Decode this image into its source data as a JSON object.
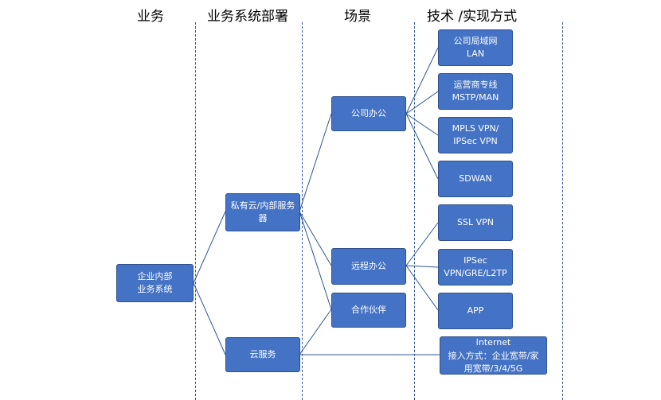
{
  "headers": {
    "business": "业务",
    "deployment": "业务系统部署",
    "scenario": "场景",
    "technology": "技术 /实现方式"
  },
  "nodes": {
    "enterprise": {
      "line1": "企业内部",
      "line2": "业务系统"
    },
    "private_cloud": {
      "line1": "私有云/内部服务",
      "line2": "器"
    },
    "cloud_service": {
      "line1": "云服务"
    },
    "office": {
      "line1": "公司办公"
    },
    "remote_office": {
      "line1": "远程办公"
    },
    "partner": {
      "line1": "合作伙伴"
    },
    "lan": {
      "line1": "公司局域网",
      "line2": "LAN"
    },
    "carrier": {
      "line1": "运营商专线",
      "line2": "MSTP/MAN"
    },
    "mpls": {
      "line1": "MPLS VPN/",
      "line2": "IPSec VPN"
    },
    "sdwan": {
      "line1": "SDWAN"
    },
    "ssl": {
      "line1": "SSL VPN"
    },
    "ipsec": {
      "line1": "IPSec",
      "line2": "VPN/GRE/L2TP"
    },
    "app": {
      "line1": "APP"
    },
    "internet": {
      "line1": "Internet",
      "line2": "接入方式：企业宽带/家",
      "line3": "用宽带/3/4/5G"
    }
  },
  "colors": {
    "node_fill": "#4472c4",
    "node_border": "#2f528f",
    "connector": "#2f5597",
    "divider": "#2f5597"
  }
}
